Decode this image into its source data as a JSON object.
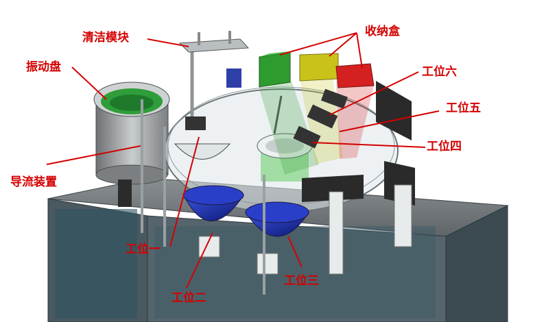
{
  "labels": {
    "cleaning_module": "清洁模块",
    "vibration_plate": "振动盘",
    "storage_box": "收纳盒",
    "station_six": "工位六",
    "station_five": "工位五",
    "station_four": "工位四",
    "guide_device": "导流装置",
    "station_one": "工位一",
    "station_two": "工位二",
    "station_three": "工位三"
  },
  "colors": {
    "label_red": "#d40000",
    "box_green": "#2e9b2e",
    "box_yellow": "#c9c21a",
    "box_red": "#d42020",
    "bowl_blue": "#1a2fb0",
    "frame_dark": "#3c4a52"
  }
}
